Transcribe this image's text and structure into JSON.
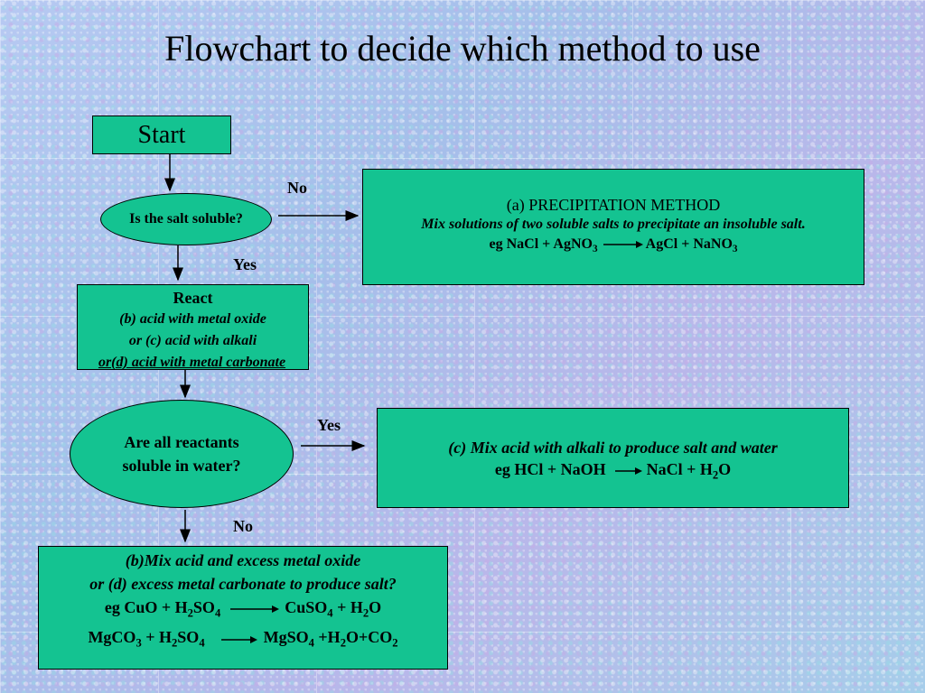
{
  "title": "Flowchart to decide which method to use",
  "start": {
    "label": "Start"
  },
  "decision1": {
    "text": "Is the salt soluble?",
    "no_label": "No",
    "yes_label": "Yes"
  },
  "precipitation": {
    "heading": "(a) PRECIPITATION METHOD",
    "description": "Mix solutions of two soluble salts to precipitate an insoluble salt.",
    "eq_lhs_prefix": "eg NaCl + AgNO",
    "eq_lhs_sub": "3",
    "eq_rhs_prefix": "AgCl  + NaNO",
    "eq_rhs_sub": "3"
  },
  "react": {
    "heading": "React",
    "line_b": "(b) acid with metal oxide",
    "line_c": "or (c) acid with alkali",
    "line_d": "or(d) acid with metal carbonate"
  },
  "decision2": {
    "line1": "Are all reactants",
    "line2": "soluble in water?",
    "yes_label": "Yes",
    "no_label": "No"
  },
  "alkali": {
    "description": "(c) Mix acid with alkali to produce salt and water",
    "eq_lhs": "eg HCl + NaOH",
    "eq_rhs_prefix": "NaCl +  H",
    "eq_rhs_sub": "2",
    "eq_rhs_suffix": "O"
  },
  "excess": {
    "line1": "(b)Mix acid and excess metal oxide",
    "line2": "or (d) excess metal carbonate to produce salt?",
    "eq1_lhs_a": "eg CuO + H",
    "eq1_lhs_sub1": "2",
    "eq1_lhs_b": "SO",
    "eq1_lhs_sub2": "4",
    "eq1_rhs_a": "CuSO",
    "eq1_rhs_sub1": "4",
    "eq1_rhs_b": " + H",
    "eq1_rhs_sub2": "2",
    "eq1_rhs_c": "O",
    "eq2_lhs_a": "MgCO",
    "eq2_lhs_sub1": "3",
    "eq2_lhs_b": " + H",
    "eq2_lhs_sub2": "2",
    "eq2_lhs_c": "SO",
    "eq2_lhs_sub3": "4",
    "eq2_rhs_a": "MgSO",
    "eq2_rhs_sub1": "4",
    "eq2_rhs_b": " +H",
    "eq2_rhs_sub2": "2",
    "eq2_rhs_c": "O+CO",
    "eq2_rhs_sub3": "2"
  },
  "colors": {
    "box_fill": "#14c391",
    "background": "#a9c4ee"
  }
}
